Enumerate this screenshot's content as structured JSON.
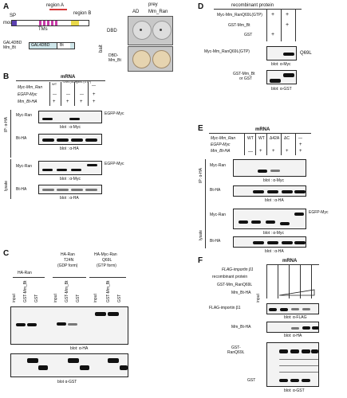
{
  "panels": {
    "A": {
      "label": "A",
      "region_a": "region A",
      "region_b": "region B",
      "sp": "SP",
      "mouse": "mouse",
      "tms": "TMs",
      "gal_line1": "GAL4DBD",
      "gal_line2": "Mm_Bt",
      "gal_box": "GAL4DBD",
      "gal_bt": "Bt",
      "prey_header": "prey",
      "prey_col1": "AD",
      "prey_col2": "Mm_Ran",
      "bait": "bait",
      "dbd": "DBD",
      "dbd_mm_line1": "DBD-",
      "dbd_mm_line2": "Mm_Bt"
    },
    "B": {
      "label": "B",
      "mrna": "mRNA",
      "rows": [
        "Myc-Mm_Ran",
        "EGFP-Myc",
        "Mm_Bt-HA"
      ],
      "cols": [
        "WT",
        "T24N (GDP)",
        "Q69L (GTP)",
        "—"
      ],
      "row1_vals": [
        "",
        "",
        "",
        "—"
      ],
      "row2_vals": [
        "—",
        "—",
        "—",
        "+"
      ],
      "row3_vals": [
        "+",
        "+",
        "+",
        "+"
      ],
      "ip_label": "IP: α-HA",
      "lysate_label": "lysate",
      "myc_ran": "Myc-Ran",
      "bt_ha": "Bt-HA",
      "egfp_myc": "EGFP-Myc",
      "blot_myc": "blot : α-Myc",
      "blot_ha": "blot : α-HA"
    },
    "C": {
      "label": "C",
      "group1": "HA-Ran",
      "group2_l1": "HA-Ran",
      "group2_l2": "T24N",
      "group2_l3": "(GDP form)",
      "group3_l1": "HA-Myc-Ran",
      "group3_l2": "Q69L",
      "group3_l3": "(GTP form)",
      "lanes": [
        "input",
        "GST-Mm_Bt",
        "GST",
        "input",
        "GST-Mm_Bt",
        "GST",
        "input",
        "GST-Mm_Bt",
        "GST"
      ],
      "blot_ha": "blot: α-HA",
      "blot_gst": "blot α-GST"
    },
    "D": {
      "label": "D",
      "header": "recombinant protein",
      "rows": [
        "Myc-Mm_RanQ69L(GTP)",
        "GST-Mm_Bt",
        "GST"
      ],
      "row1_vals": [
        "+",
        "+"
      ],
      "row2_vals": [
        "",
        "+"
      ],
      "row3_vals": [
        "+",
        ""
      ],
      "myc_label": "Myc-Mm_RanQ69L(GTP)",
      "q69l": "Q69L",
      "blot_myc": "blot: α-Myc",
      "gst_label_l1": "GST-Mm_Bt",
      "gst_label_l2": "or GST",
      "blot_gst": "blot: α-GST"
    },
    "E": {
      "label": "E",
      "mrna": "mRNA",
      "rows": [
        "Myc-Mm_Ran",
        "EGFP-Myc",
        "Mm_Bt-HA"
      ],
      "cols": [
        "WT",
        "WT",
        "Δ42A",
        "ΔC",
        "—"
      ],
      "row2_vals": [
        "",
        "",
        "",
        "",
        "+"
      ],
      "row3_vals": [
        "—",
        "+",
        "+",
        "+",
        "+"
      ],
      "ip_label": "IP: α-HA",
      "lysate_label": "lysate",
      "myc_ran": "Myc-Ran",
      "bt_ha": "Bt-HA",
      "egfp_myc": "EGFP-Myc",
      "blot_myc": "blot : α-Myc",
      "blot_ha": "blot : α-HA"
    },
    "F": {
      "label": "F",
      "mrna": "mRNA",
      "mrna_row": "FLAG-importin β1",
      "recomb": "recombinant protein",
      "row_gst": "GST-Mm_RanQ69L",
      "row_bt": "Mm_Bt-HA",
      "input": "input",
      "flag_label": "FLAG-importin β1",
      "blot_flag": "blot: α-FLAG",
      "mmbt_label": "Mm_Bt-HA",
      "blot_ha": "blot: α-HA",
      "gst_ran_l1": "GST-",
      "gst_ran_l2": "RanQ69L",
      "gst": "GST",
      "blot_gst": "blot: α-GST"
    }
  },
  "colors": {
    "sp": "#5a3fb0",
    "tm": "#c83aa8",
    "region_a": "#d63a3a",
    "region_b": "#e8d84a",
    "gal": "#cfe6ea"
  }
}
